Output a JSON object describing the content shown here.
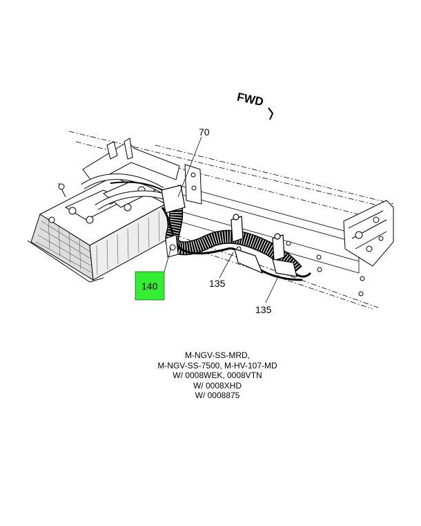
{
  "direction_label": "FWD",
  "callouts": [
    {
      "id": "c70",
      "label": "70"
    },
    {
      "id": "c140",
      "label": "140",
      "highlight_color": "#33ee33"
    },
    {
      "id": "c135a",
      "label": "135"
    },
    {
      "id": "c135b",
      "label": "135"
    }
  ],
  "caption_lines": [
    "M-NGV-SS-MRD,",
    "M-NGV-SS-7500, M-HV-107-MD",
    "W/ 0008WEK, 0008VTN",
    "W/ 0008XHD",
    "W/ 0008875"
  ],
  "footer": {
    "left": "",
    "right": ""
  }
}
